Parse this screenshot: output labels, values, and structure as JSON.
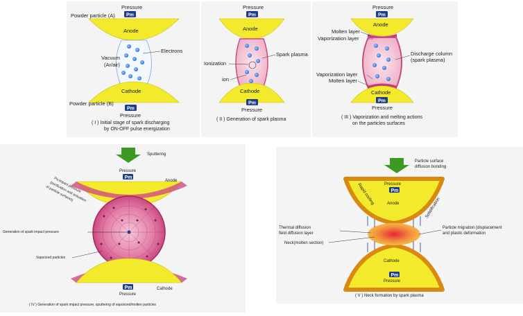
{
  "panel1": {
    "powder_a": "Powder particle (A)",
    "pressure_top": "Pressure",
    "pm_top": "Pm",
    "anode": "Anode",
    "vacuum": "Vacuum\n(Ar/air)",
    "electrons": "Electrons",
    "cathode": "Cathode",
    "powder_b": "Powder particle (B)",
    "pm_bottom": "Pm",
    "pressure_bottom": "Pressure",
    "caption_1": "( I ) Initial stage of spark discharging",
    "caption_2": "by ON-OFF pulse energization"
  },
  "panel2": {
    "pressure_top": "Pressure",
    "pm_top": "Pm",
    "anode": "Anode",
    "spark_plasma": "Spark plasma",
    "ionization": "Ionization",
    "ion": "ion",
    "cathode": "Cathode",
    "pm_bottom": "Pm",
    "pressure_bottom": "Pressure",
    "caption_1": "( II ) Generation of spark plasma"
  },
  "panel3": {
    "pressure_top": "Pressure",
    "pm_top": "Pm",
    "anode": "Anode",
    "molten_layer_top": "Molten layer",
    "vapor_layer_top": "Vaporization layer",
    "discharge_column": "Discharge column\n(spark plasma)",
    "vapor_layer_bottom": "Vaporization layer",
    "molten_layer_bottom": "Molten layer",
    "cathode": "Cathode",
    "pm_bottom": "Pm",
    "pressure_bottom": "Pressure",
    "caption_1": "( III ) Vaporization and melting actions",
    "caption_2": "on the particles surfaces"
  },
  "panel4": {
    "sputtering": "Sputtering",
    "pressure_top": "Pressure",
    "pm_top": "Pm",
    "anode": "Anode",
    "ps_impact": "Ps:impact pressure\n(purification and activation\nof particle surfaces)",
    "generation": "Generation of spark impact pressure",
    "vaporized": "Vaporized particles",
    "pm_bottom": "Pm",
    "pressure_bottom": "Pressure",
    "cathode": "Cathode",
    "caption_1": "( IV ) Generation of spark impact pressure, sputtering of vaporized/molten particles"
  },
  "panel5": {
    "bonding": "Particle surface\ndiffusion bonding",
    "pressure_top": "Pressure",
    "pm_top": "Pm",
    "anode": "Anode",
    "rapid_cooling": "Rapid cooling",
    "solidification": "Solidification",
    "thermal": "Thermal diffusion\nfield diffusion layer",
    "neck": "Neck(molten section)",
    "migration": "Particle migration (displacement\nand plastic deformation",
    "cathode": "Cathode",
    "pm_bottom": "Pm",
    "pressure_bottom": "Pressure",
    "caption_1": "( V ) Neck formation by spark plasma"
  },
  "colors": {
    "electrode_yellow": "#f2ea2a",
    "plasma_pink": "#e8a3c0",
    "neck_orange": "#e5a020",
    "arrow_green": "#3a9a22",
    "pm_blue": "#1f3c8a"
  }
}
